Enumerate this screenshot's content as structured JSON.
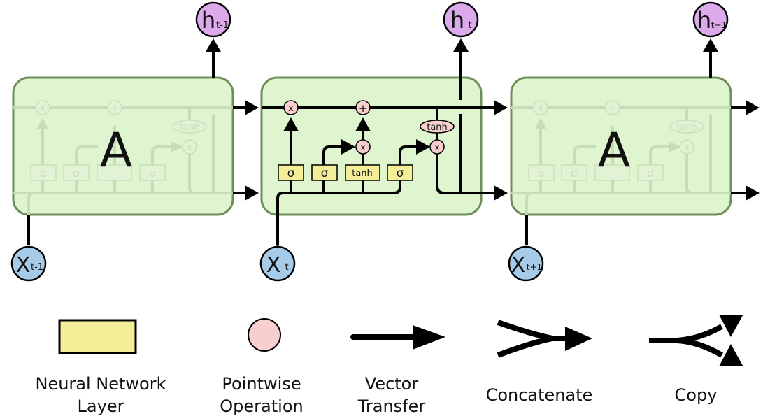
{
  "diagram": {
    "type": "LSTM unrolled chain",
    "cells": [
      {
        "id": "prev",
        "label": "A",
        "input": {
          "base": "X",
          "sub": "t-1"
        },
        "output": {
          "base": "h",
          "sub": "t-1"
        },
        "expanded": false
      },
      {
        "id": "current",
        "label": "",
        "input": {
          "base": "X",
          "sub": "t"
        },
        "output": {
          "base": "h",
          "sub": "t"
        },
        "expanded": true
      },
      {
        "id": "next",
        "label": "A",
        "input": {
          "base": "X",
          "sub": "t+1"
        },
        "output": {
          "base": "h",
          "sub": "t+1"
        },
        "expanded": false
      }
    ],
    "layers": [
      {
        "id": "forget-gate",
        "label": "σ"
      },
      {
        "id": "input-gate",
        "label": "σ"
      },
      {
        "id": "candidate-layer",
        "label": "tanh"
      },
      {
        "id": "output-gate",
        "label": "σ"
      }
    ],
    "pointwise_ops": [
      {
        "id": "forget-multiply",
        "label": "x"
      },
      {
        "id": "cell-add",
        "label": "+"
      },
      {
        "id": "input-multiply",
        "label": "x"
      },
      {
        "id": "output-tanh",
        "label": "tanh"
      },
      {
        "id": "output-multiply",
        "label": "x"
      }
    ],
    "ghost_labels": {
      "sigma": "σ",
      "tanh": "tanh",
      "mul": "x",
      "add": "+"
    }
  },
  "legend": [
    {
      "id": "neural-network-layer",
      "line1": "Neural Network",
      "line2": "Layer"
    },
    {
      "id": "pointwise-operation",
      "line1": "Pointwise",
      "line2": "Operation"
    },
    {
      "id": "vector-transfer",
      "line1": "Vector",
      "line2": "Transfer"
    },
    {
      "id": "concatenate",
      "line1": "Concatenate",
      "line2": ""
    },
    {
      "id": "copy",
      "line1": "Copy",
      "line2": ""
    }
  ],
  "colors": {
    "cell_fill": "#dff5cf",
    "cell_border": "#6f8f59",
    "layer_fill": "#f5ee99",
    "op_fill": "#f7cfcf",
    "h_fill": "#dcaaea",
    "x_fill": "#a5cbe9"
  }
}
